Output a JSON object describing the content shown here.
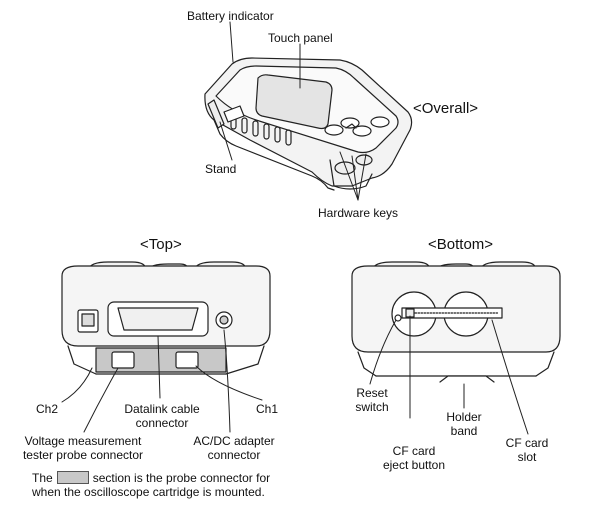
{
  "headers": {
    "overall": "<Overall>",
    "top": "<Top>",
    "bottom": "<Bottom>"
  },
  "labels": {
    "battery_indicator": "Battery indicator",
    "touch_panel": "Touch panel",
    "stand": "Stand",
    "hardware_keys": "Hardware keys",
    "ch2": "Ch2",
    "datalink_line1": "Datalink cable",
    "datalink_line2": "connector",
    "ch1": "Ch1",
    "voltage_line1": "Voltage measurement",
    "voltage_line2": "tester probe connector",
    "acdc_line1": "AC/DC adapter",
    "acdc_line2": "connector",
    "reset_line1": "Reset",
    "reset_line2": "switch",
    "holder_line1": "Holder",
    "holder_line2": "band",
    "cfeject_line1": "CF card",
    "cfeject_line2": "eject button",
    "cfslot_line1": "CF card",
    "cfslot_line2": "slot"
  },
  "note": {
    "line1_before": "The",
    "line1_after": "section is the probe connector for",
    "line2": "when the oscilloscope cartridge is mounted."
  },
  "colors": {
    "outline": "#222222",
    "device_body": "#f3f3f3",
    "screen": "#e4e4e4",
    "probe_section": "#c8c8c8"
  }
}
